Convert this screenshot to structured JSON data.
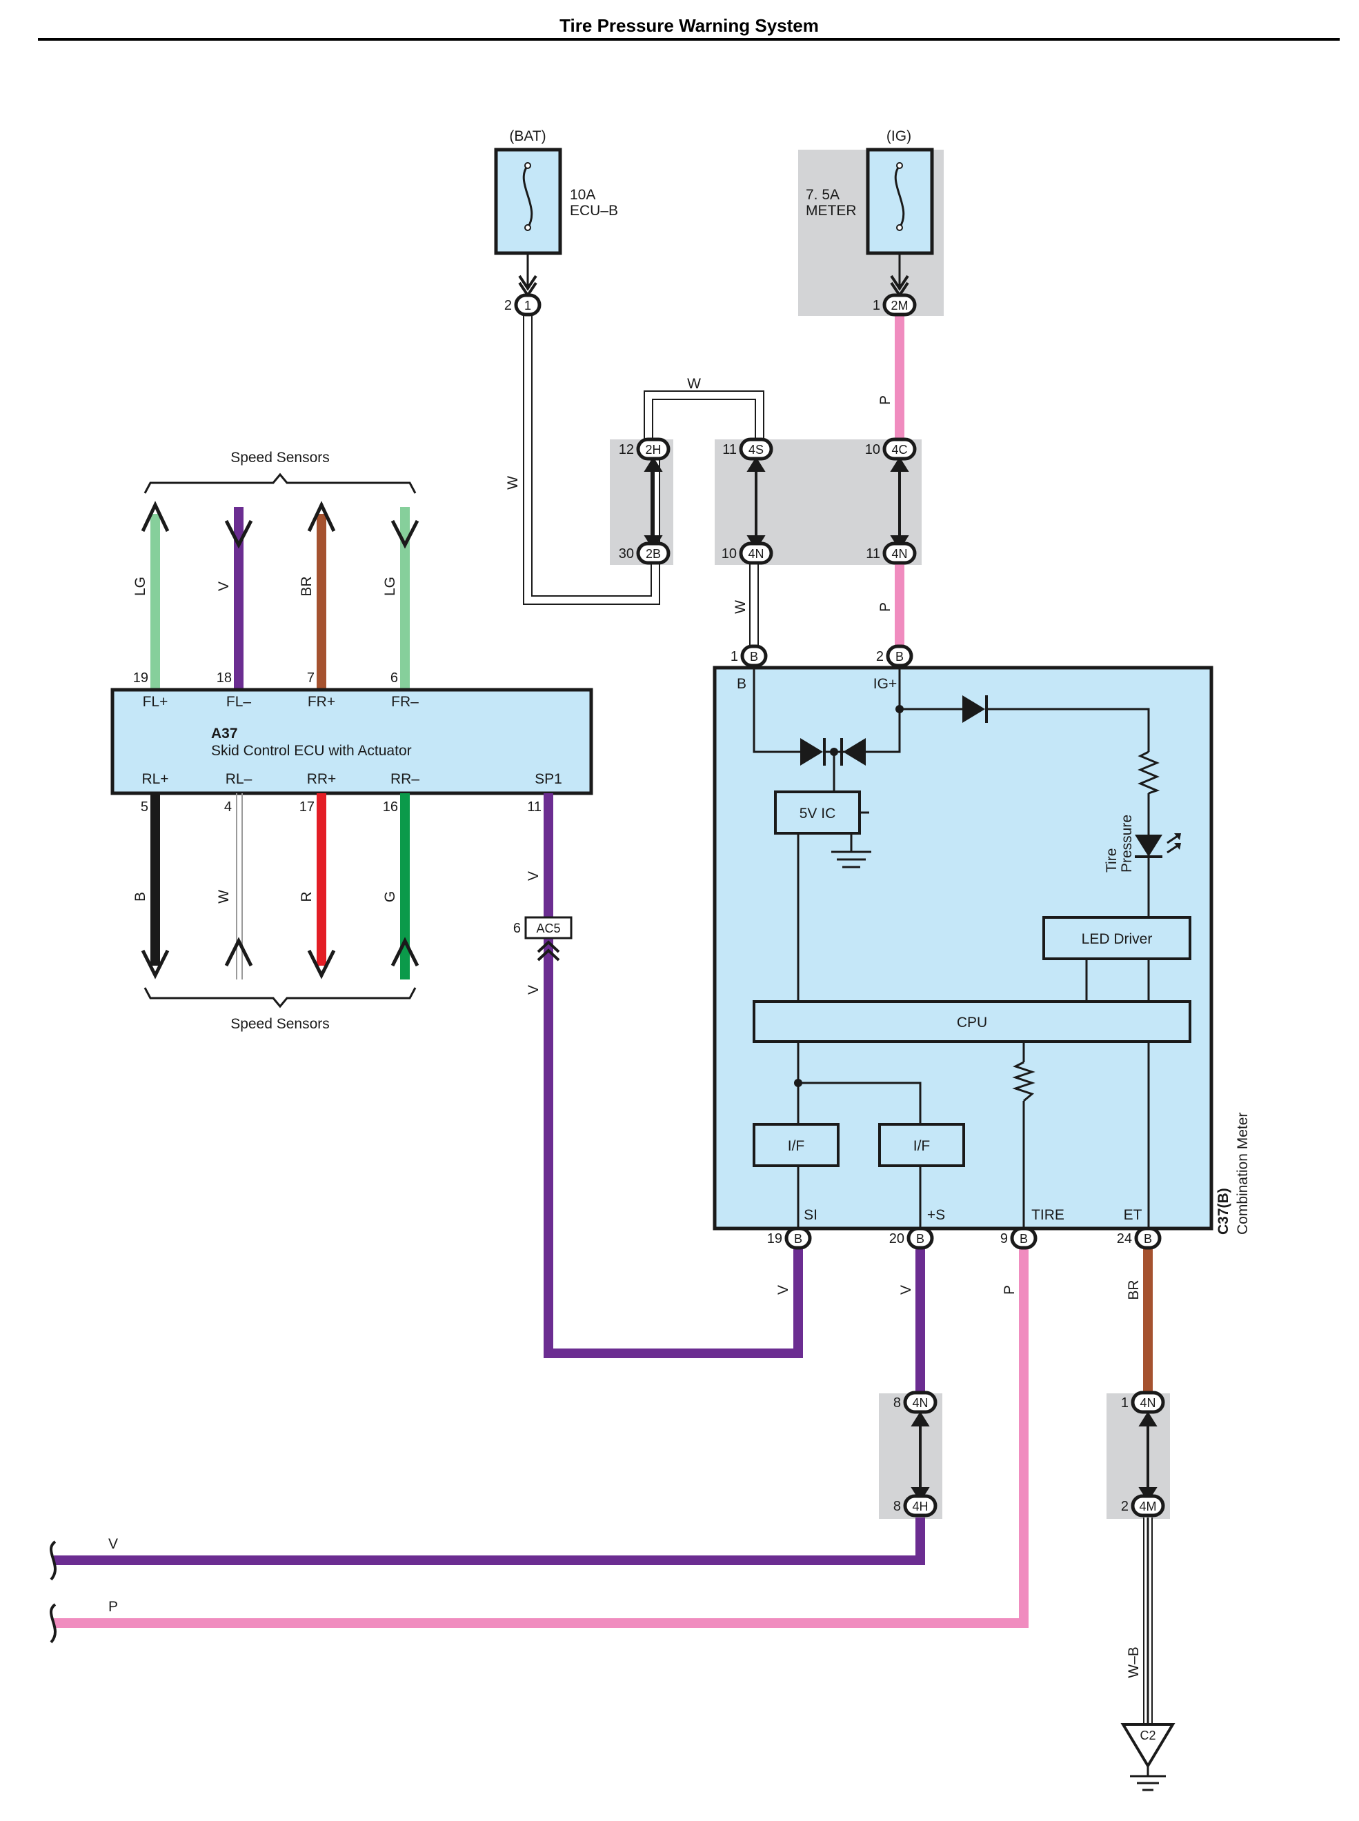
{
  "title": "Tire Pressure Warning System",
  "fuses": {
    "bat": {
      "supply": "(BAT)",
      "rating": "10A",
      "name": "ECU–B"
    },
    "ig": {
      "supply": "(IG)",
      "rating": "7. 5A",
      "name": "METER"
    }
  },
  "connectors": {
    "bat_out": {
      "pin": "2",
      "code": "1"
    },
    "ig_out": {
      "pin": "1",
      "code": "2M"
    },
    "j2h": {
      "pin": "12",
      "code": "2H"
    },
    "j2b": {
      "pin": "30",
      "code": "2B"
    },
    "j4s": {
      "pin": "11",
      "code": "4S"
    },
    "j4n_w": {
      "pin": "10",
      "code": "4N"
    },
    "j4c": {
      "pin": "10",
      "code": "4C"
    },
    "j4n_p": {
      "pin": "11",
      "code": "4N"
    },
    "meter_b": {
      "pin": "1",
      "code": "B"
    },
    "meter_ig": {
      "pin": "2",
      "code": "B"
    },
    "si": {
      "pin": "19",
      "code": "B"
    },
    "plus_s": {
      "pin": "20",
      "code": "B"
    },
    "tire": {
      "pin": "9",
      "code": "B"
    },
    "et": {
      "pin": "24",
      "code": "B"
    },
    "j4n_v": {
      "pin": "8",
      "code": "4N"
    },
    "j4h": {
      "pin": "8",
      "code": "4H"
    },
    "j4n_br": {
      "pin": "1",
      "code": "4N"
    },
    "j4m": {
      "pin": "2",
      "code": "4M"
    },
    "ac5": {
      "pin": "6",
      "code": "AC5"
    }
  },
  "wires": {
    "w": "W",
    "p": "P",
    "v": "V",
    "br": "BR",
    "wb": "W–B",
    "lg": "LG",
    "b": "B",
    "r": "R",
    "g": "G"
  },
  "wire_colors": {
    "pink": "#f08cbf",
    "purple": "#6b2d91",
    "brown": "#a5522f",
    "light_green": "#86cf9b",
    "green": "#0b9a4a",
    "red": "#e31d25",
    "black": "#1a1a1a",
    "box_fill": "#c5e7f8",
    "junction_gray": "#d3d4d6"
  },
  "ecu": {
    "code": "A37",
    "name": "Skid Control ECU with Actuator",
    "top_terms": [
      {
        "name": "FL+",
        "pin": "19"
      },
      {
        "name": "FL–",
        "pin": "18"
      },
      {
        "name": "FR+",
        "pin": "7"
      },
      {
        "name": "FR–",
        "pin": "6"
      }
    ],
    "bottom_terms": [
      {
        "name": "RL+",
        "pin": "5"
      },
      {
        "name": "RL–",
        "pin": "4"
      },
      {
        "name": "RR+",
        "pin": "17"
      },
      {
        "name": "RR–",
        "pin": "16"
      },
      {
        "name": "SP1",
        "pin": "11"
      }
    ],
    "sensors_label_top": "Speed Sensors",
    "sensors_label_bottom": "Speed Sensors"
  },
  "meter": {
    "code": "C37(B)",
    "name": "Combination Meter",
    "term_b": "B",
    "term_ig": "IG+",
    "ic": "5V IC",
    "cpu": "CPU",
    "led_driver": "LED Driver",
    "lamp_line1": "Tire",
    "lamp_line2": "Pressure",
    "if1": "I/F",
    "if2": "I/F",
    "bottom_terms": {
      "si": "SI",
      "plus_s": "+S",
      "tire": "TIRE",
      "et": "ET"
    }
  },
  "ground": {
    "code": "C2"
  }
}
